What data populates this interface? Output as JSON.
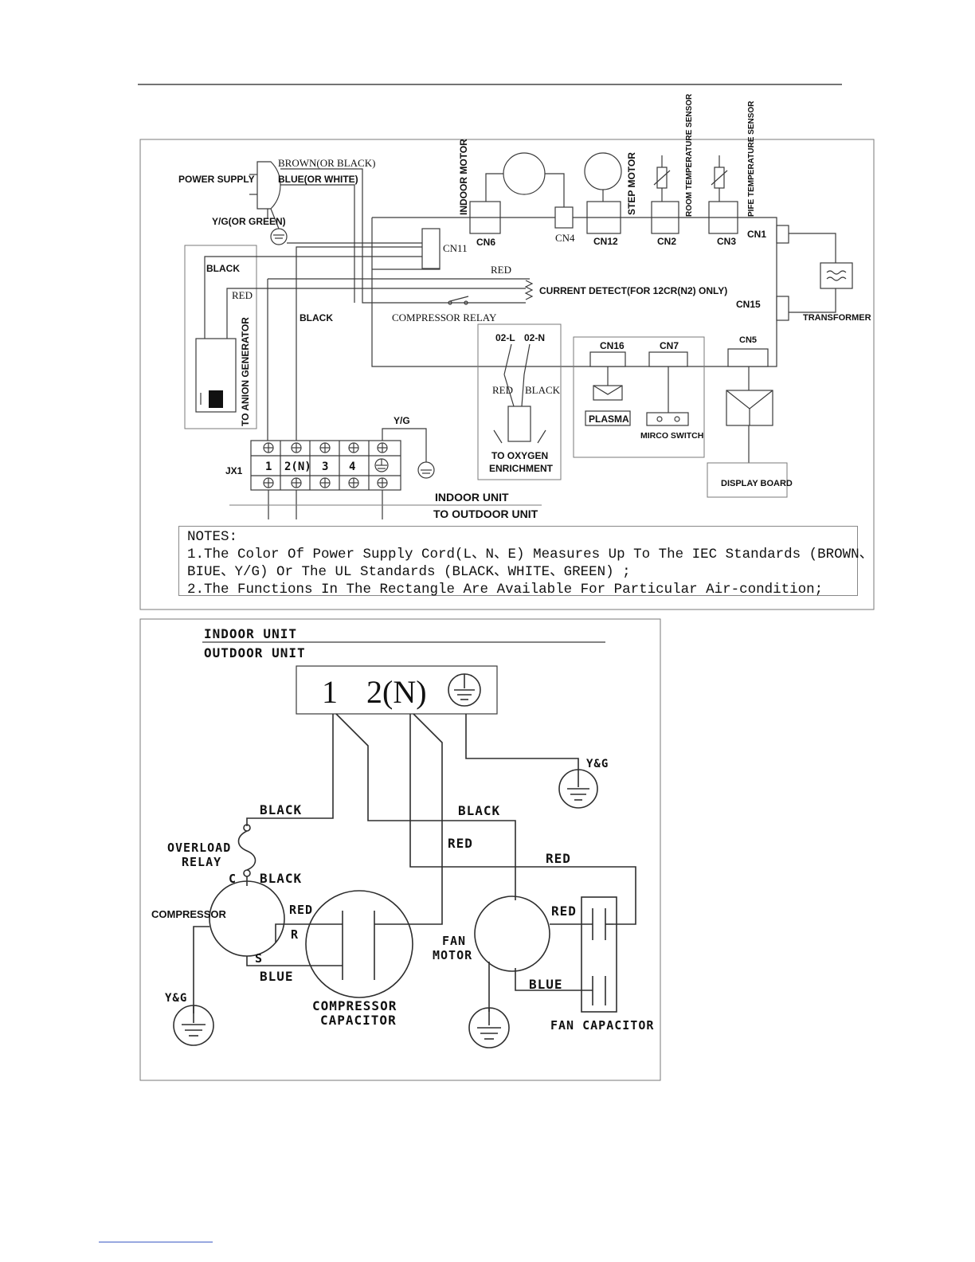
{
  "upper": {
    "power_supply": "POWER SUPPLY",
    "brown": "BROWN(OR BLACK)",
    "blue": "BLUE(OR WHITE)",
    "yg_green": "Y/G(OR GREEN)",
    "black1": "BLACK",
    "red1": "RED",
    "black2": "BLACK",
    "anion": "TO ANION GENERATOR",
    "cn11": "CN11",
    "red_top": "RED",
    "current_detect": "CURRENT DETECT(FOR 12CR(N2) ONLY)",
    "compressor_relay": "COMPRESSOR RELAY",
    "indoor_motor": "INDOOR MOTOR",
    "step_motor": "STEP MOTOR",
    "room_sensor": "ROOM TEMPERATURE SENSOR",
    "pipe_sensor": "PIFE TEMPERATURE SENSOR",
    "cn6": "CN6",
    "cn4": "CN4",
    "cn12": "CN12",
    "cn2": "CN2",
    "cn3": "CN3",
    "cn1": "CN1",
    "cn15": "CN15",
    "transformer": "TRANSFORMER",
    "o2l": "02-L",
    "o2n": "02-N",
    "red_o2": "RED",
    "black_o2": "BLACK",
    "oxygen1": "TO OXYGEN",
    "oxygen2": "ENRICHMENT",
    "cn16": "CN16",
    "cn7": "CN7",
    "plasma": "PLASMA",
    "micro": "MIRCO SWITCH",
    "cn5": "CN5",
    "display": "DISPLAY BOARD",
    "jx1": "JX1",
    "terminals": [
      "1",
      "2(N)",
      "3",
      "4"
    ],
    "yg": "Y/G",
    "indoor_unit": "INDOOR UNIT",
    "to_outdoor": "TO OUTDOOR UNIT"
  },
  "notes": {
    "title": "NOTES:",
    "line1": "1.The Color Of Power Supply Cord(L、N、E) Measures Up To The IEC Standards (BROWN、",
    "line2": "BIUE、Y/G)  Or The UL Standards (BLACK、WHITE、GREEN) ;",
    "line3": "2.The Functions In The Rectangle Are Available For Particular Air-condition;"
  },
  "lower": {
    "indoor_unit": "INDOOR UNIT",
    "outdoor_unit": "OUTDOOR UNIT",
    "term1": "1",
    "term2": "2(N)",
    "yg_top": "Y&G",
    "black_a": "BLACK",
    "black_b": "BLACK",
    "overload1": "OVERLOAD",
    "overload2": "RELAY",
    "c": "C",
    "black_c": "BLACK",
    "red_a": "RED",
    "red_b": "RED",
    "compressor": "COMPRESSOR",
    "red_c": "RED",
    "r": "R",
    "s": "S",
    "blue_a": "BLUE",
    "red_d": "RED",
    "fan1": "FAN",
    "fan2": "MOTOR",
    "blue_b": "BLUE",
    "yg_left": "Y&G",
    "comp_cap1": "COMPRESSOR",
    "comp_cap2": "CAPACITOR",
    "fan_cap": "FAN CAPACITOR"
  }
}
